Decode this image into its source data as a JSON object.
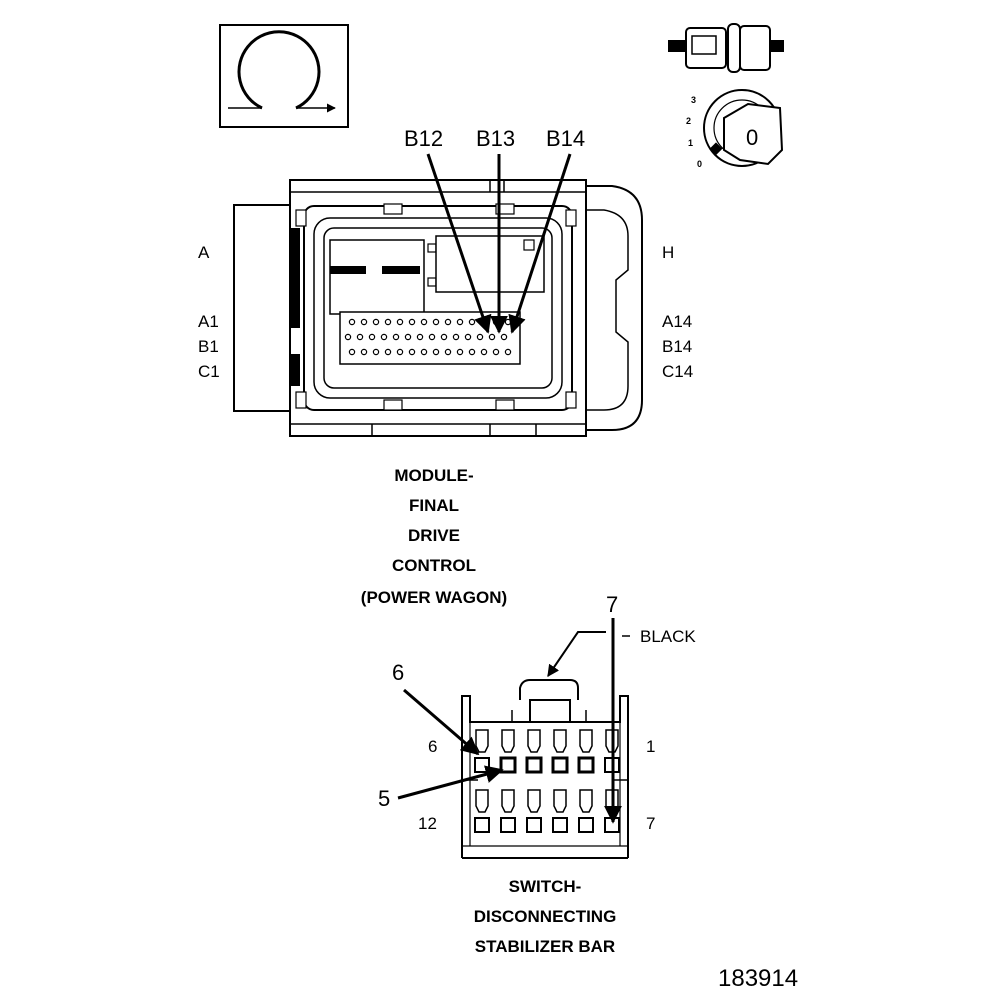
{
  "module_connector": {
    "pins_top": [
      "B12",
      "B13",
      "B14"
    ],
    "left": {
      "row_label": "A",
      "rows": [
        "A1",
        "B1",
        "C1"
      ]
    },
    "right": {
      "row_label": "H",
      "rows": [
        "A14",
        "B14",
        "C14"
      ]
    },
    "caption": [
      "MODULE-",
      "FINAL",
      "DRIVE",
      "CONTROL",
      "(POWER WAGON)"
    ]
  },
  "key_icon": {
    "positions": [
      "3",
      "2",
      "1",
      "0"
    ],
    "key_label": "0"
  },
  "switch_connector": {
    "callouts": [
      "7",
      "6",
      "5"
    ],
    "color_label": "BLACK",
    "top_row": {
      "left": "6",
      "right": "1"
    },
    "bottom_row": {
      "left": "12",
      "right": "7"
    },
    "caption": [
      "SWITCH-",
      "DISCONNECTING",
      "STABILIZER BAR"
    ]
  },
  "figure_number": "183914"
}
